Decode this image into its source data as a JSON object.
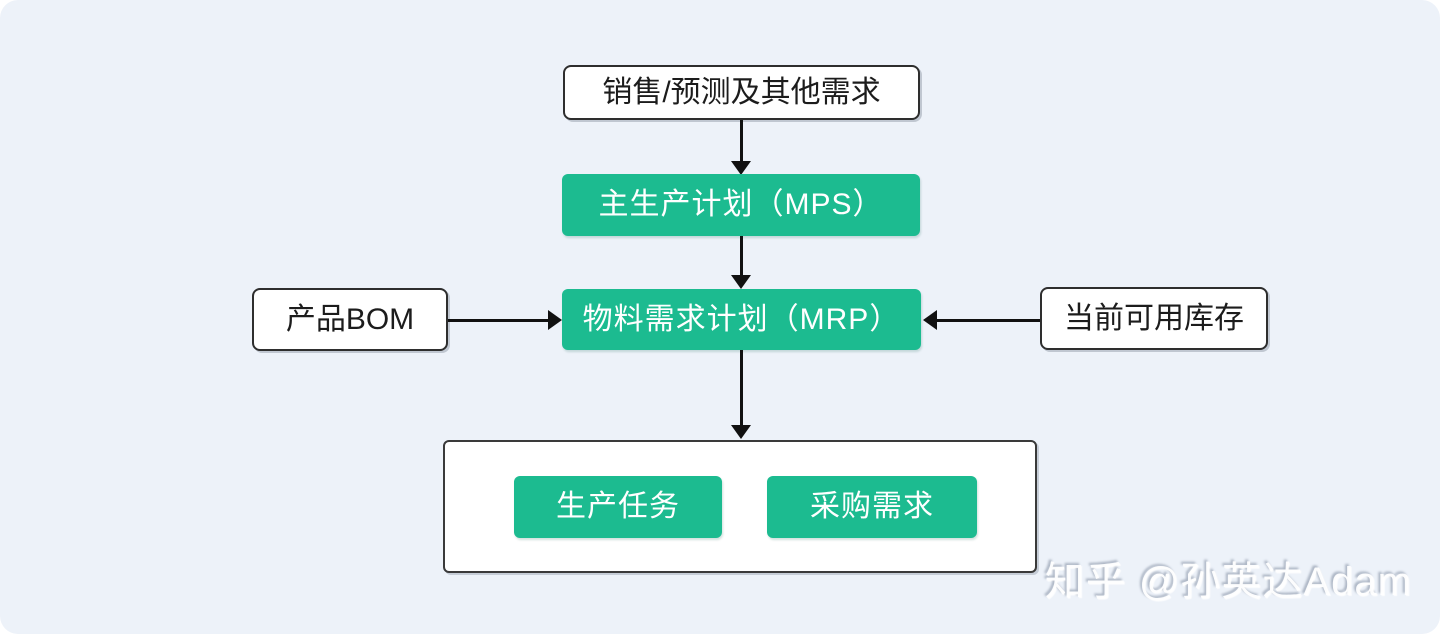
{
  "canvas": {
    "background_color": "#edf2f9",
    "page_background_color": "#ffffff"
  },
  "colors": {
    "accent_green": "#1cbb90",
    "box_border": "#2e2e2e",
    "text_dark": "#1c1c1c",
    "text_light": "#ffffff",
    "arrow": "#111111"
  },
  "nodes": {
    "demand": {
      "label": "销售/预测及其他需求"
    },
    "mps": {
      "label": "主生产计划（MPS）"
    },
    "mrp": {
      "label": "物料需求计划（MRP）"
    },
    "bom": {
      "label": "产品BOM"
    },
    "inventory": {
      "label": "当前可用库存"
    },
    "production": {
      "label": "生产任务"
    },
    "purchase": {
      "label": "采购需求"
    }
  },
  "edges": [
    {
      "from": "demand",
      "to": "mps",
      "direction": "down"
    },
    {
      "from": "mps",
      "to": "mrp",
      "direction": "down"
    },
    {
      "from": "bom",
      "to": "mrp",
      "direction": "right"
    },
    {
      "from": "inventory",
      "to": "mrp",
      "direction": "left"
    },
    {
      "from": "mrp",
      "to": "outputs",
      "direction": "down"
    }
  ],
  "watermark": {
    "text": "知乎 @孙英达Adam"
  }
}
